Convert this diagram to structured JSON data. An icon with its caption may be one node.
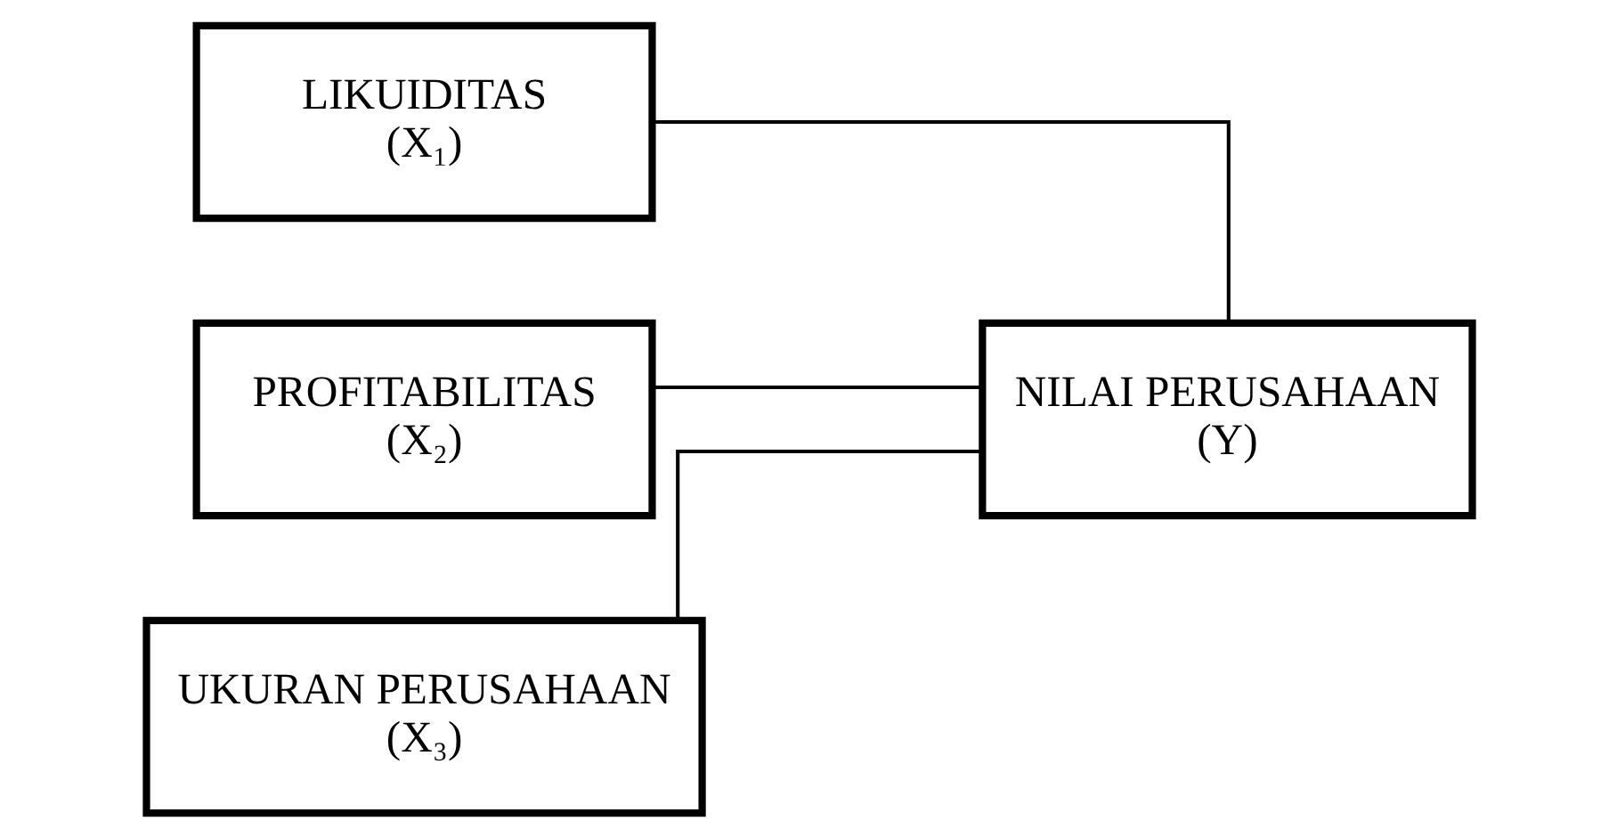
{
  "diagram": {
    "nodes": [
      {
        "text": [
          "LIKUIDITAS",
          "(X₁)"
        ]
      },
      {
        "text": [
          "PROFITABILITAS",
          "(X₂)"
        ]
      },
      {
        "text": [
          "UKURAN PERUSAHAAN",
          "(X₃)"
        ]
      },
      {
        "text": [
          "NILAI PERUSAHAAN",
          "(Y)"
        ]
      }
    ],
    "edges": [
      {
        "from": 0,
        "to": 3,
        "arrow": "none"
      },
      {
        "from": 1,
        "to": 3,
        "arrow": "none"
      },
      {
        "from": 2,
        "to": 3,
        "arrow": "none"
      }
    ]
  }
}
